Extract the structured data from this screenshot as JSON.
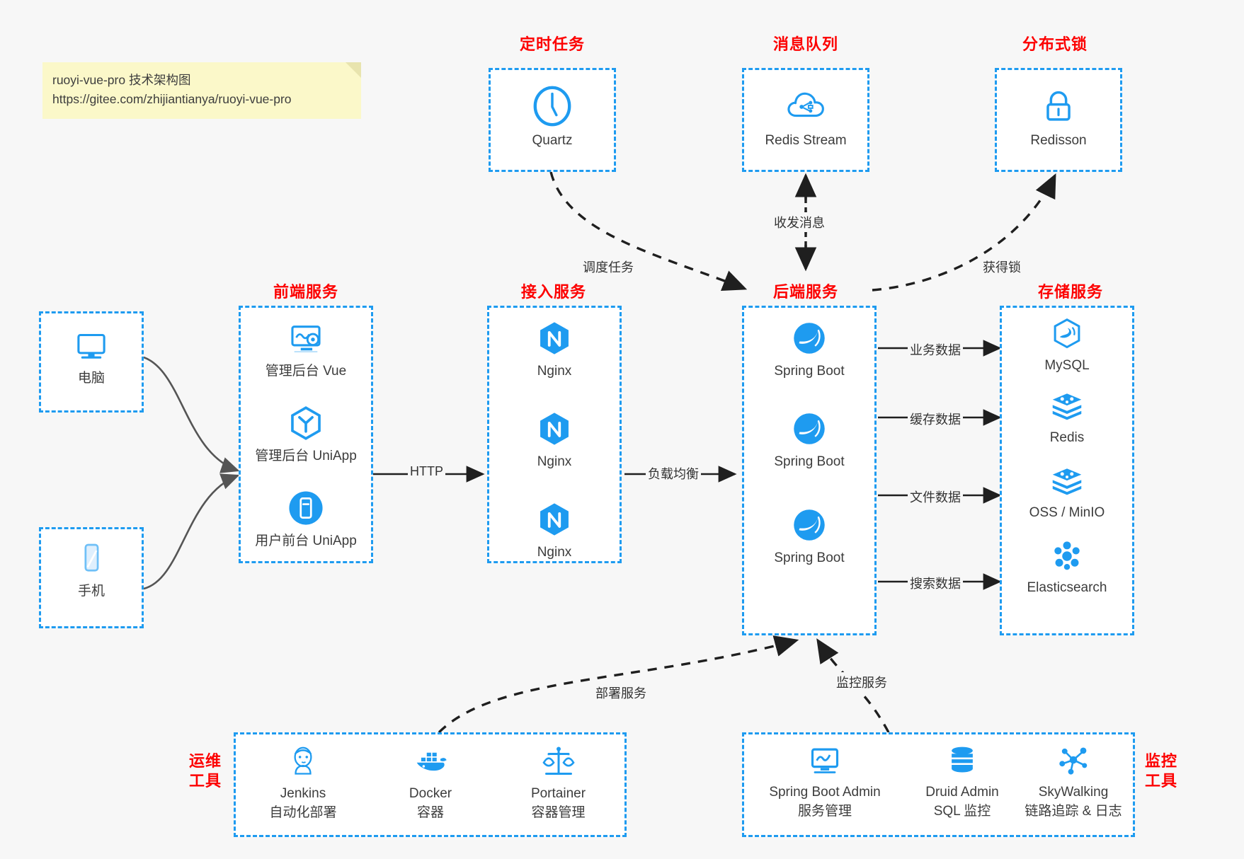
{
  "note": {
    "line1": "ruoyi-vue-pro 技术架构图",
    "line2": "https://gitee.com/zhijiantianya/ruoyi-vue-pro"
  },
  "colors": {
    "accent": "#1e9bf0",
    "title": "#fd0000",
    "text": "#3c3c3c",
    "note_bg": "#fbf8c9",
    "canvas_bg": "#f7f7f7",
    "wire": "#555555",
    "dashed_wire": "#1f1f1f"
  },
  "groups": {
    "scheduler": {
      "title": "定时任务",
      "items": [
        {
          "icon": "clock-icon",
          "label": "Quartz"
        }
      ]
    },
    "message_queue": {
      "title": "消息队列",
      "items": [
        {
          "icon": "cloud-stream-icon",
          "label": "Redis Stream"
        }
      ]
    },
    "distributed_lock": {
      "title": "分布式锁",
      "items": [
        {
          "icon": "lock-icon",
          "label": "Redisson"
        }
      ]
    },
    "clients": {
      "items": [
        {
          "icon": "desktop-icon",
          "label": "电脑"
        },
        {
          "icon": "mobile-icon",
          "label": "手机"
        }
      ]
    },
    "frontend": {
      "title": "前端服务",
      "items": [
        {
          "icon": "dashboard-vue-icon",
          "label": "管理后台 Vue"
        },
        {
          "icon": "cube-uniapp-icon",
          "label": "管理后台 UniApp"
        },
        {
          "icon": "phone-app-icon",
          "label": "用户前台 UniApp"
        }
      ]
    },
    "gateway": {
      "title": "接入服务",
      "items": [
        {
          "icon": "nginx-icon",
          "label": "Nginx"
        },
        {
          "icon": "nginx-icon",
          "label": "Nginx"
        },
        {
          "icon": "nginx-icon",
          "label": "Nginx"
        }
      ]
    },
    "backend": {
      "title": "后端服务",
      "items": [
        {
          "icon": "spring-boot-icon",
          "label": "Spring Boot"
        },
        {
          "icon": "spring-boot-icon",
          "label": "Spring Boot"
        },
        {
          "icon": "spring-boot-icon",
          "label": "Spring Boot"
        }
      ]
    },
    "storage": {
      "title": "存储服务",
      "items": [
        {
          "icon": "mysql-icon",
          "label": "MySQL"
        },
        {
          "icon": "redis-icon",
          "label": "Redis"
        },
        {
          "icon": "oss-minio-icon",
          "label": "OSS / MinIO"
        },
        {
          "icon": "elasticsearch-icon",
          "label": "Elasticsearch"
        }
      ]
    },
    "devops": {
      "title": "运维\n工具",
      "title_line1": "运维",
      "title_line2": "工具",
      "items": [
        {
          "icon": "jenkins-icon",
          "label": "Jenkins",
          "sub": "自动化部署"
        },
        {
          "icon": "docker-icon",
          "label": "Docker",
          "sub": "容器"
        },
        {
          "icon": "portainer-icon",
          "label": "Portainer",
          "sub": "容器管理"
        }
      ]
    },
    "monitoring": {
      "title_line1": "监控",
      "title_line2": "工具",
      "items": [
        {
          "icon": "spring-boot-admin-icon",
          "label": "Spring Boot Admin",
          "sub": "服务管理"
        },
        {
          "icon": "druid-db-icon",
          "label": "Druid Admin",
          "sub": "SQL 监控"
        },
        {
          "icon": "skywalking-icon",
          "label": "SkyWalking",
          "sub": "链路追踪 & 日志"
        }
      ]
    }
  },
  "edges": {
    "http": "HTTP",
    "load_balance": "负载均衡",
    "schedule_task": "调度任务",
    "send_receive_message": "收发消息",
    "acquire_lock": "获得锁",
    "business_data": "业务数据",
    "cache_data": "缓存数据",
    "file_data": "文件数据",
    "search_data": "搜索数据",
    "deploy_service": "部署服务",
    "monitor_service": "监控服务"
  }
}
